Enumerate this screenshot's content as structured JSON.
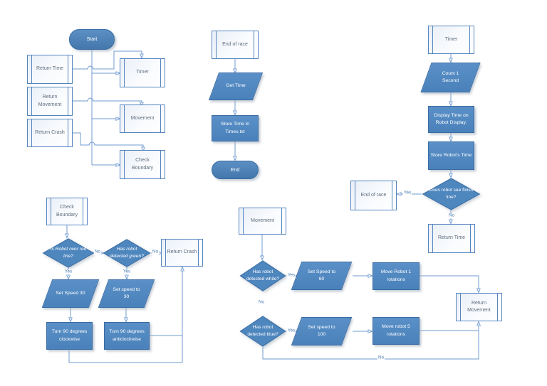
{
  "colors": {
    "shape_fill": "#4e86be",
    "shape_border": "#3a6ca3",
    "connector": "#6f9bd1",
    "subprocess_border": "#5585c0",
    "subprocess_text": "#5e6d7e",
    "edge_label_text": "#4577ad"
  },
  "labels": {
    "yes": "Yes",
    "no": "No"
  },
  "main": {
    "start": "Start",
    "return_time": "Return Time",
    "return_movement": "Return Movement",
    "return_crash": "Return Crash",
    "timer": "Timer",
    "movement": "Movement",
    "check_boundary": "Check Boundary"
  },
  "race_end": {
    "end_of_race": "End of race",
    "get_time": "Get Time",
    "store_time": "Store Time in Times.txt",
    "end": "End"
  },
  "timer": {
    "timer": "Timer",
    "count_second": "Count 1 Second",
    "display_time": "Display Time on Robot Display.",
    "store_time": "Store Robot's Time",
    "finish_question": "Does robot see finish line?",
    "end_of_race": "End of race",
    "return_time": "Return Time"
  },
  "boundary": {
    "check_boundary": "Check Boundary",
    "red_line_question": "Is Robot over red line?",
    "green_question": "Has robot detected green?",
    "return_crash": "Return Crash",
    "set_speed_30": "Set Speed 30",
    "set_speed_to_30": "Set speed to 30",
    "turn_clockwise": "Turn 90 degrees clockwise",
    "turn_anticlockwise": "Turn 90 degrees anticlockwise"
  },
  "movement": {
    "movement": "Movement",
    "white_question": "Has robot detected white?",
    "blue_question": "Has robot detected blue?",
    "speed_60": "Set Speed to 60",
    "speed_100": "Set speed to 100",
    "move_1": "Move Robot 1 rotations",
    "move_5": "Move robot 5 rotations",
    "return_movement": "Return Movement"
  }
}
